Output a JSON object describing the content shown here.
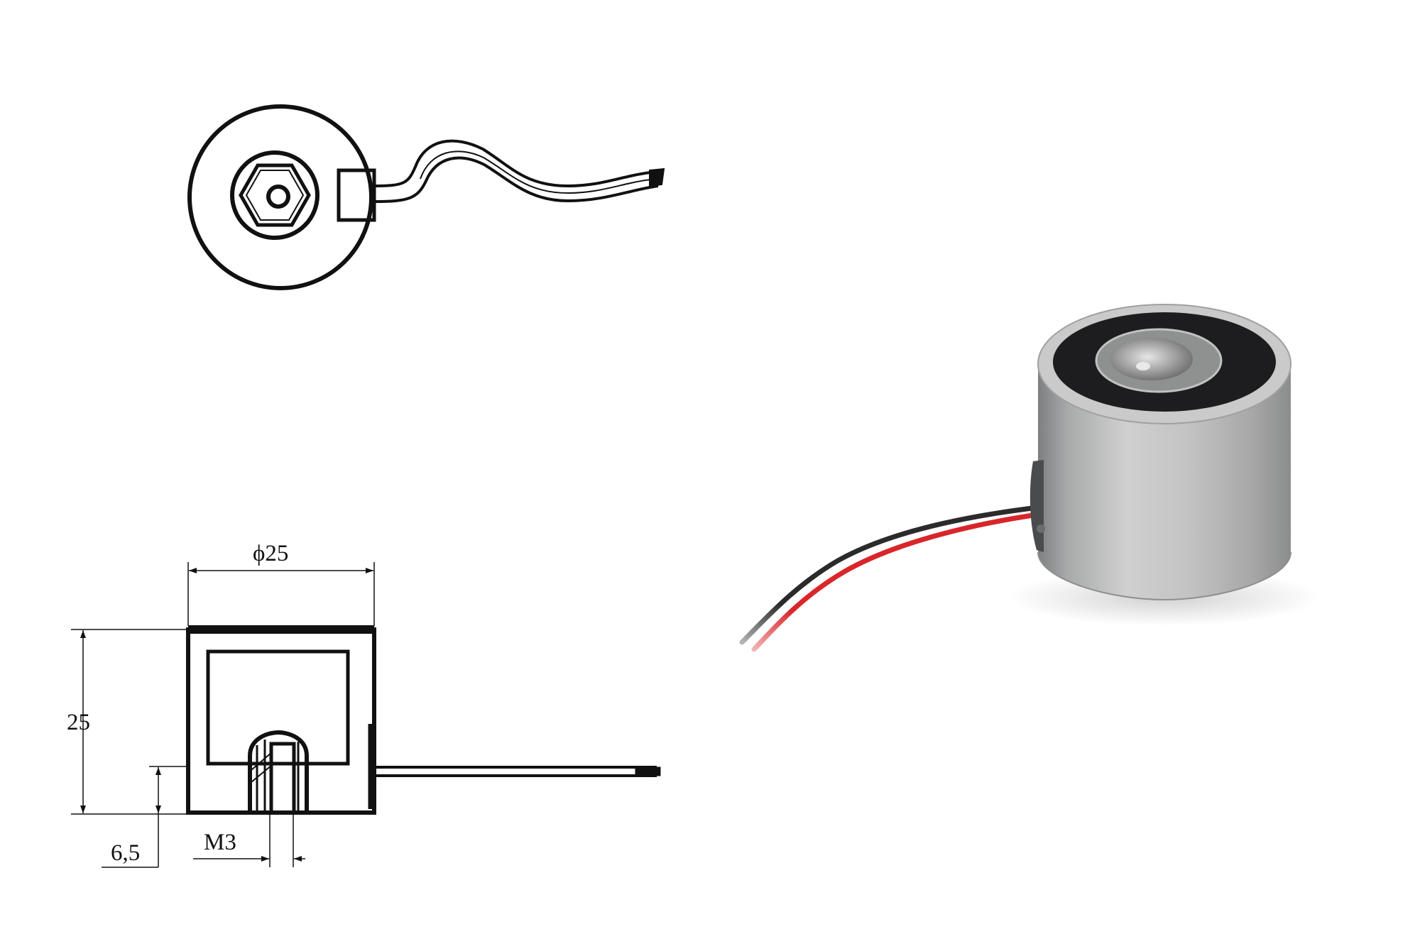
{
  "drawing": {
    "dimensions": {
      "diameter_label": "ϕ25",
      "height_label": "25",
      "offset_label": "6,5",
      "thread_label": "M3"
    }
  },
  "colors": {
    "line": "#111111",
    "housing_steel": "#b9bab9",
    "magnet_face": "#1d1d1f",
    "wire_red": "#d8262a",
    "wire_black": "#2a2a2a"
  },
  "icons": {
    "top_view": "electromagnet-top-view",
    "side_view": "electromagnet-side-view",
    "photo": "electromagnet-photo"
  }
}
